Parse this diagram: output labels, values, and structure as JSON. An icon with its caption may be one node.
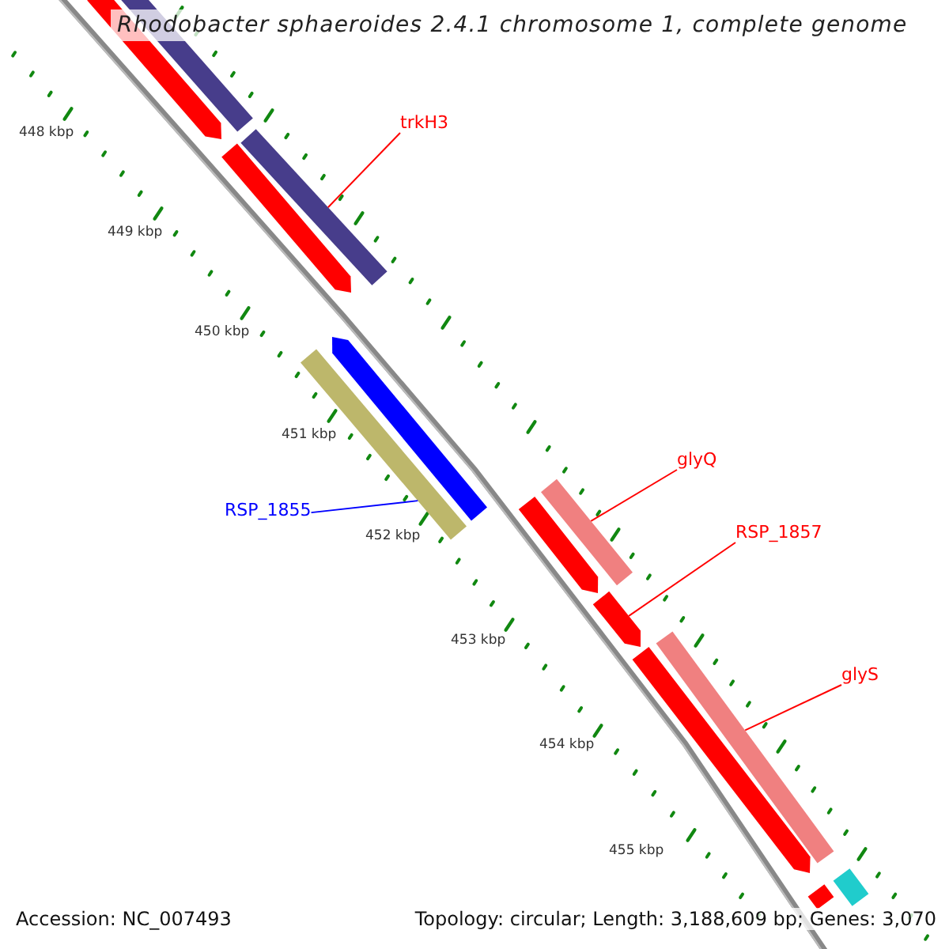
{
  "diagram": {
    "title": "Rhodobacter sphaeroides 2.4.1 chromosome 1, complete genome",
    "nodes": [
      {
        "text": [
          "trkH3"
        ]
      },
      {
        "text": [
          "RSP_1855"
        ]
      },
      {
        "text": [
          "glyQ"
        ]
      },
      {
        "text": [
          "RSP_1857"
        ]
      },
      {
        "text": [
          "glyS"
        ]
      },
      {
        "text": [],
        "shape": "bar"
      },
      {
        "text": [],
        "shape": "bar"
      },
      {
        "text": [],
        "shape": "bar"
      },
      {
        "text": [],
        "shape": "arrow"
      },
      {
        "text": [],
        "shape": "bar"
      },
      {
        "text": [],
        "shape": "arrow"
      },
      {
        "text": [],
        "shape": "arrow"
      },
      {
        "text": [],
        "shape": "bar"
      },
      {
        "text": [],
        "shape": "arrow"
      },
      {
        "text": [],
        "shape": "arrow"
      },
      {
        "text": [],
        "shape": "arrow"
      },
      {
        "text": [],
        "shape": "bar"
      },
      {
        "text": [],
        "shape": "bar"
      }
    ],
    "edges": [
      {
        "from": 0,
        "to": 5,
        "arrow": "none"
      },
      {
        "from": 1,
        "to": 6,
        "arrow": "none",
        "color": "#0000ff"
      },
      {
        "from": 2,
        "to": 7,
        "arrow": "none"
      },
      {
        "from": 3,
        "to": 8,
        "arrow": "none"
      },
      {
        "from": 4,
        "to": 9,
        "arrow": "none"
      }
    ],
    "labels": [
      "448 kbp",
      "449 kbp",
      "450 kbp",
      "451 kbp",
      "452 kbp",
      "453 kbp",
      "454 kbp",
      "455 kbp",
      "Accession: NC_007493",
      "Topology: circular; Length: 3,188,609 bp; Genes: 3,070"
    ]
  }
}
